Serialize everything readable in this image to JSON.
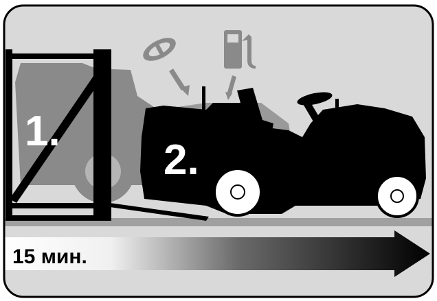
{
  "steps": [
    {
      "number": "1."
    },
    {
      "number": "2."
    }
  ],
  "duration": {
    "label": "15 мин."
  },
  "icons": [
    "steering-wheel-icon",
    "fuel-pump-icon"
  ],
  "colors": {
    "background": "#d9d9d9",
    "ghost_tractor": "#8a8a8a",
    "tractor": "#000000",
    "wheel": "#ffffff",
    "arrow_start": "#ffffff",
    "arrow_end": "#000000"
  }
}
